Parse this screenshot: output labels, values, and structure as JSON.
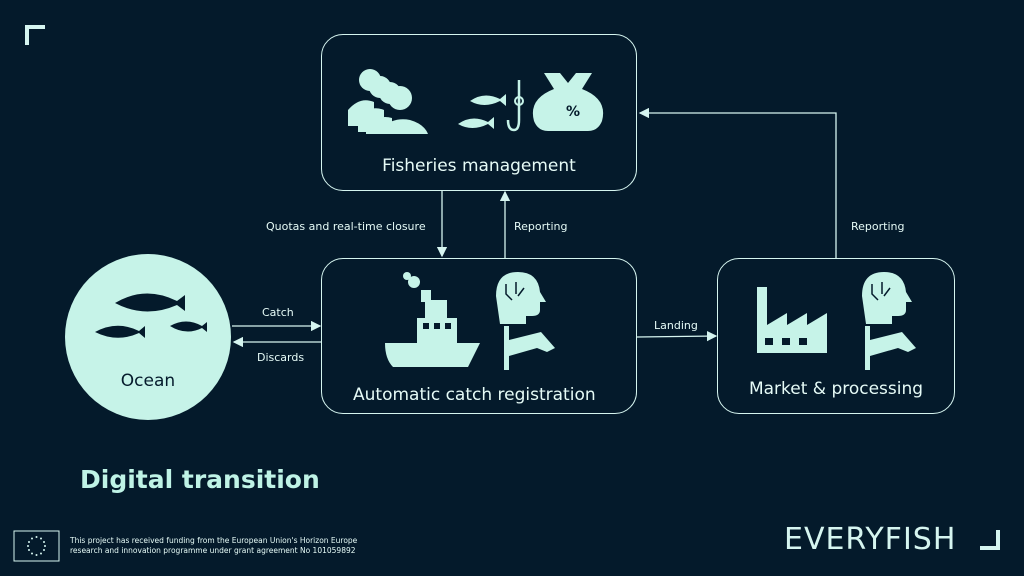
{
  "nodes": {
    "fisheries": {
      "label": "Fisheries management"
    },
    "catch_reg": {
      "label": "Automatic catch registration"
    },
    "market": {
      "label": "Market & processing"
    },
    "ocean": {
      "label": "Ocean"
    }
  },
  "edges": {
    "quotas": "Quotas and real-time closure",
    "reporting_left": "Reporting",
    "reporting_right": "Reporting",
    "catch": "Catch",
    "discards": "Discards",
    "landing": "Landing"
  },
  "title": "Digital transition",
  "brand": "EVERYFISH",
  "funding": "This project has received funding from the European Union's Horizon Europe research and innovation programme under grant agreement No 101059892",
  "colors": {
    "background": "#041a2b",
    "accent": "#d6f5f0",
    "title": "#bff3e6"
  }
}
